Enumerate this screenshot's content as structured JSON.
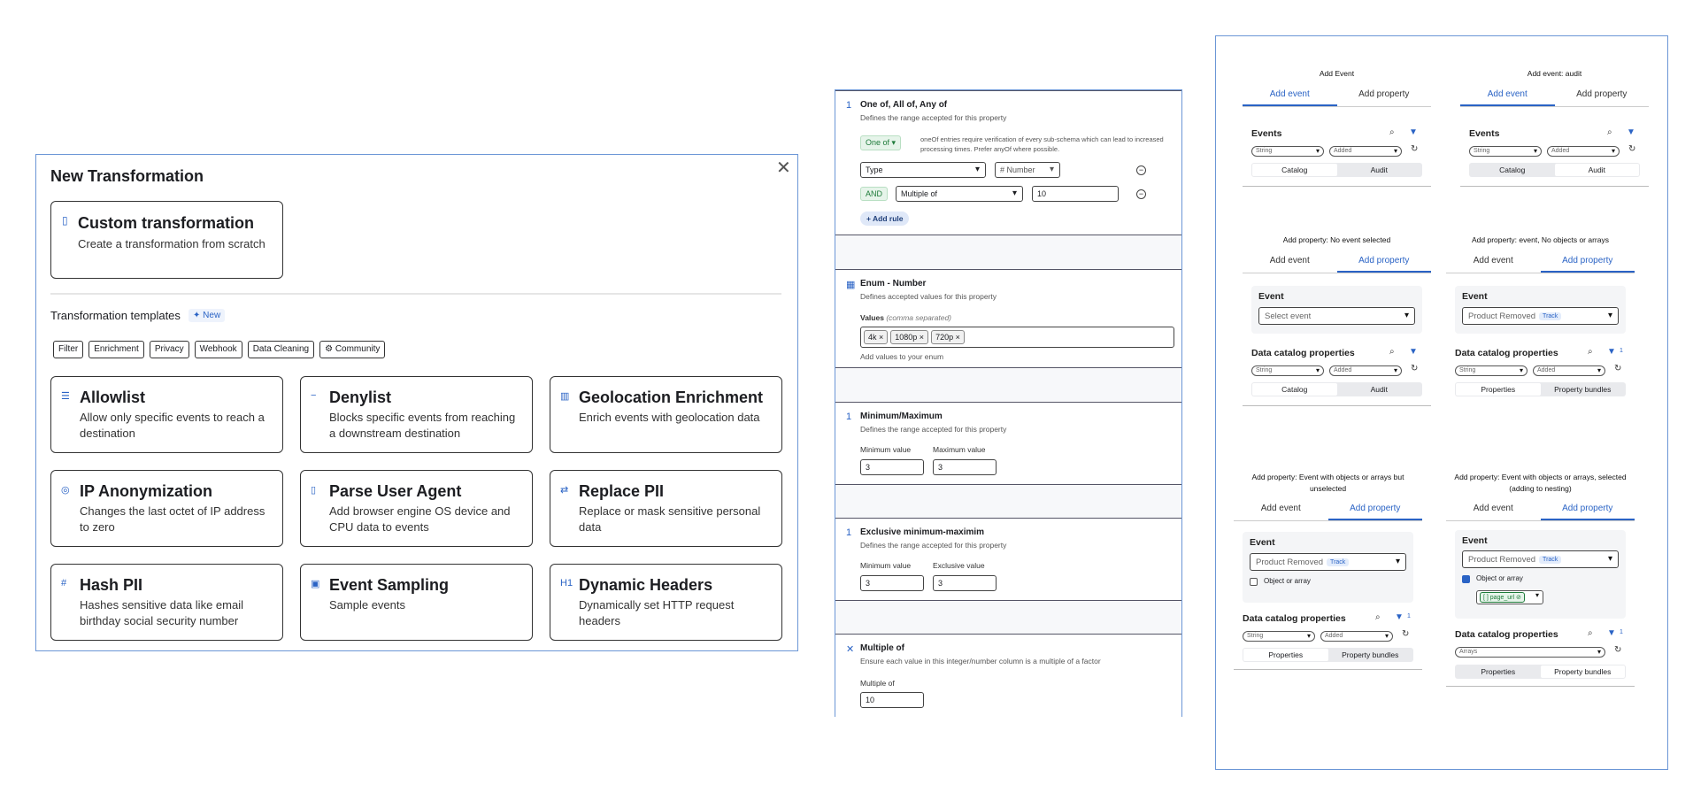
{
  "transformation": {
    "title": "New Transformation",
    "close_icon": "✕",
    "custom": {
      "title": "Custom transformation",
      "desc": "Create a transformation from scratch"
    },
    "templates_title": "Transformation templates",
    "new_badge": "✦ New",
    "filters": [
      "Filter",
      "Enrichment",
      "Privacy",
      "Webhook",
      "Data Cleaning",
      "Community"
    ],
    "cards": [
      {
        "icon": "list-icon",
        "glyph": "☰",
        "title": "Allowlist",
        "desc": "Allow only specific events to reach a destination"
      },
      {
        "icon": "minus-icon",
        "glyph": "−",
        "title": "Denylist",
        "desc": "Blocks specific events from reaching a downstream destination"
      },
      {
        "icon": "map-icon",
        "glyph": "▥",
        "title": "Geolocation Enrichment",
        "desc": "Enrich events with geolocation data"
      },
      {
        "icon": "fingerprint-icon",
        "glyph": "◎",
        "title": "IP Anonymization",
        "desc": "Changes the last octet of IP address to zero"
      },
      {
        "icon": "mobile-icon",
        "glyph": "▯",
        "title": "Parse User Agent",
        "desc": "Add browser engine OS device and CPU data to events"
      },
      {
        "icon": "swap-icon",
        "glyph": "⇄",
        "title": "Replace PII",
        "desc": "Replace or mask sensitive personal data"
      },
      {
        "icon": "hash-icon",
        "glyph": "#",
        "title": "Hash PII",
        "desc": "Hashes sensitive data like email birthday social security number"
      },
      {
        "icon": "sampling-icon",
        "glyph": "▣",
        "title": "Event Sampling",
        "desc": "Sample events"
      },
      {
        "icon": "heading-icon",
        "glyph": "H1",
        "title": "Dynamic Headers",
        "desc": "Dynamically set HTTP request headers"
      }
    ]
  },
  "rules": {
    "oneof": {
      "num": "1",
      "title": "One of, All of, Any of",
      "sub": "Defines the range accepted for this property",
      "badge": "One of ▾",
      "note": "oneOf entries require verification of every sub-schema which can lead to increased processing times. Prefer anyOf where possible.",
      "type_label": "Type",
      "number_label": "# Number",
      "and_label": "AND",
      "multiple_label": "Multiple of",
      "multiple_value": "10",
      "add_rule": "+ Add rule"
    },
    "enum": {
      "icon": "table-icon",
      "title": "Enum - Number",
      "sub": "Defines accepted values for this property",
      "values_label": "Values",
      "values_hint": "(comma separated)",
      "tags": [
        "4k ×",
        "1080p ×",
        "720p ×"
      ],
      "helper": "Add values to your enum"
    },
    "minmax": {
      "num": "1",
      "title": "Minimum/Maximum",
      "sub": "Defines the range accepted for this property",
      "min_label": "Minimum value",
      "max_label": "Maximum value",
      "min_value": "3",
      "max_value": "3"
    },
    "exclusive": {
      "num": "1",
      "title": "Exclusive minimum-maximim",
      "sub": "Defines the range accepted for this property",
      "min_label": "Minimum value",
      "max_label": "Exclusive value",
      "min_value": "3",
      "max_value": "3"
    },
    "multiple": {
      "icon": "x-icon",
      "title": "Multiple of",
      "sub": "Ensure each value in this integer/number column is a multiple of a factor",
      "label": "Multiple of",
      "value": "10"
    }
  },
  "events": {
    "tab_event": "Add event",
    "tab_property": "Add property",
    "events_label": "Events",
    "event_label": "Event",
    "dcp_label": "Data catalog properties",
    "string": "String",
    "added": "Added",
    "arrays": "Arrays",
    "catalog": "Catalog",
    "audit": "Audit",
    "properties": "Properties",
    "bundles": "Property bundles",
    "select_event": "Select event",
    "product_removed": "Product Removed",
    "track": "Track",
    "object_or_array": "Object or array",
    "page_url": "[ ] page_url ⊘",
    "filter_count": "1",
    "captions": {
      "c1": "Add Event",
      "c2": "Add event: audit",
      "c3": "Add property: No event selected",
      "c4": "Add property: event, No objects or arrays",
      "c5": "Add property: Event with objects or arrays but unselected",
      "c6": "Add property: Event with objects or arrays, selected (adding to nesting)"
    }
  }
}
